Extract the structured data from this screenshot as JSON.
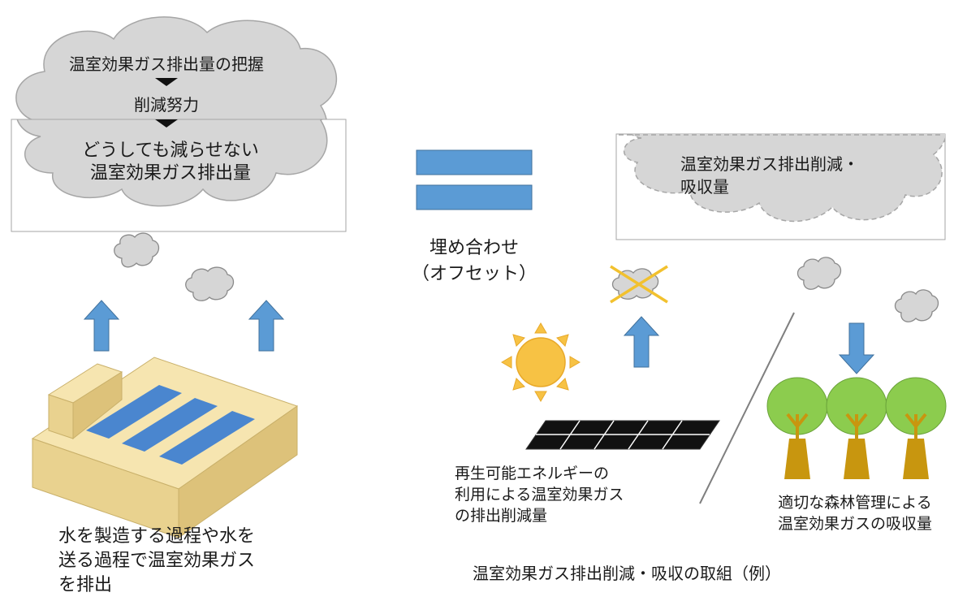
{
  "colors": {
    "cloud_fill": "#d6d6d6",
    "cloud_stroke": "#a6a6a6",
    "arrow_blue": "#5b9bd5",
    "arrow_stroke": "#41719c",
    "factory_top": "#f6e5b0",
    "factory_side": "#e9d28f",
    "panel_blue": "#4a86cf",
    "sun": "#f7c244",
    "cross": "#f2c12e",
    "tree_green": "#8ccc4e",
    "trunk": "#c8960f",
    "solar_panel": "#111111"
  },
  "left_cloud": {
    "line1": "温室効果ガス排出量の把握",
    "line2": "削減努力",
    "line3": "どうしても減らせない\n温室効果ガス排出量"
  },
  "equals_label": "埋め合わせ\n（オフセット）",
  "right_cloud": {
    "text": "温室効果ガス排出削減・\n吸収量"
  },
  "factory_caption": "水を製造する過程や水を\n送る過程で温室効果ガス\nを排出",
  "renewable_caption": "再生可能エネルギーの\n利用による温室効果ガス\nの排出削減量",
  "forest_caption": "適切な森林管理による\n温室効果ガスの吸収量",
  "bottom_caption": "温室効果ガス排出削減・吸収の取組（例）",
  "icons": [
    "cloud-icon",
    "up-arrow-icon",
    "down-arrow-icon",
    "factory-icon",
    "sun-icon",
    "solar-panel-icon",
    "tree-icon",
    "cross-mark-icon",
    "equals-icon"
  ]
}
